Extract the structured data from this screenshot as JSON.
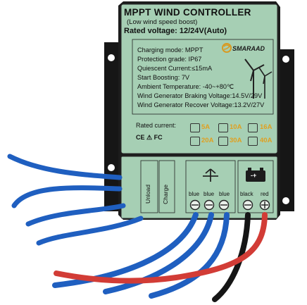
{
  "label": {
    "title": "MPPT WIND CONTROLLER",
    "subtitle": "(Low wind speed boost)",
    "rated_voltage": "Rated voltage: 12/24V(Auto)",
    "brand": "SMARAAD",
    "specs": [
      "Charging mode: MPPT",
      "Protection grade: IP67",
      "Quiescent Current:≤15mA",
      "Start Boosting:  7V",
      "Ambient Temperature: -40~+80℃",
      "Wind Generator Braking Voltage:14.5V/29V",
      "Wind Generator Recover Voltage:13.2V/27V"
    ],
    "rated_current_label": "Rated  current:",
    "current_options": [
      "5A",
      "10A",
      "16A",
      "20A",
      "30A",
      "40A"
    ],
    "certifications": "CE ⚠ FC"
  },
  "terminals": {
    "unload": "Unload",
    "charge": "Charge",
    "wind_labels": [
      "blue",
      "blue",
      "blue"
    ],
    "battery_labels": [
      "black",
      "red"
    ],
    "battery_symbol": "-+"
  },
  "colors": {
    "housing": "#1c1c1c",
    "label_bg": "#a6cfb4",
    "accent_amp": "#e0a020",
    "wire_blue": "#1f5fc0",
    "wire_red": "#d23c36",
    "wire_black": "#151515"
  }
}
